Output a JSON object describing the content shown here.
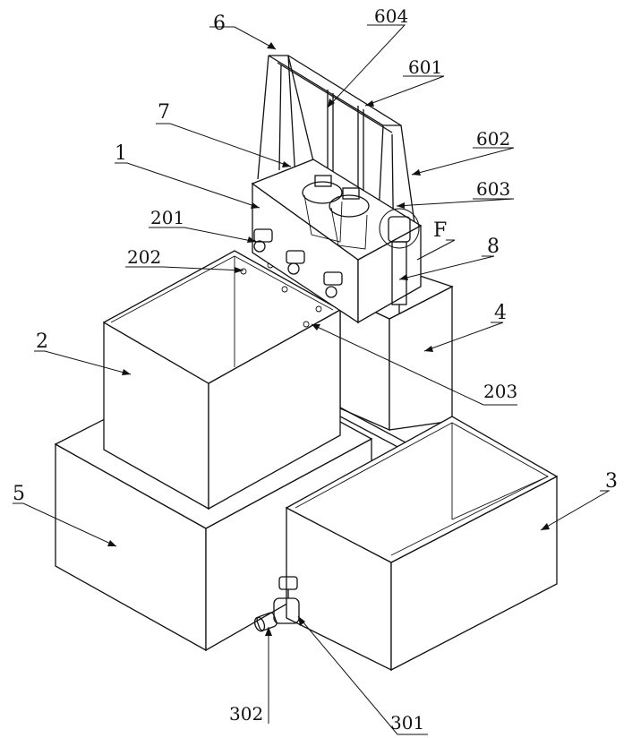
{
  "labels": {
    "l1": "1",
    "l2": "2",
    "l3": "3",
    "l4": "4",
    "l5": "5",
    "l6": "6",
    "l7": "7",
    "l8": "8",
    "l201": "201",
    "l202": "202",
    "l203": "203",
    "l301": "301",
    "l302": "302",
    "l601": "601",
    "l602": "602",
    "l603": "603",
    "l604": "604",
    "lF": "F"
  }
}
